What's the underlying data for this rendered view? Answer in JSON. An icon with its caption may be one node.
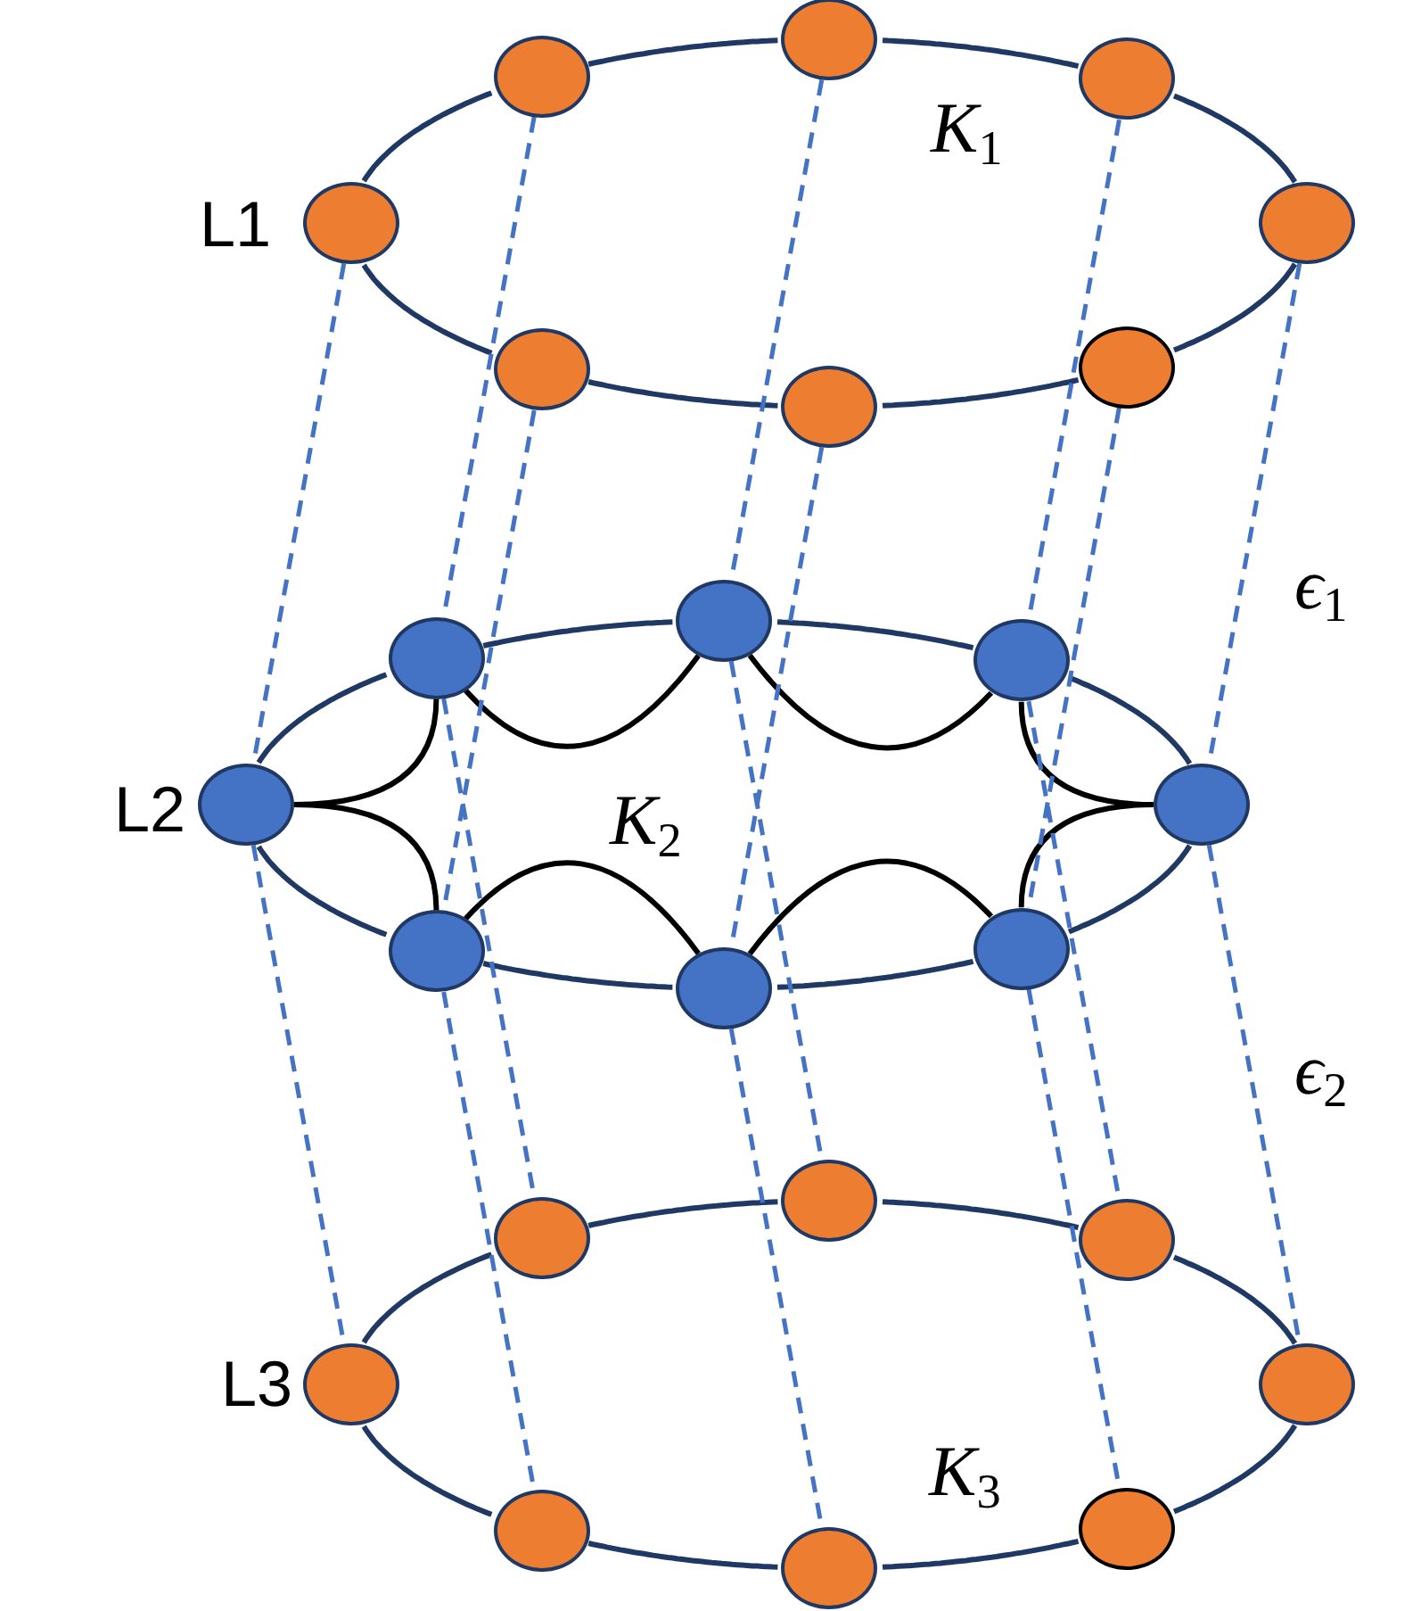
{
  "diagram": {
    "nodes": [
      {
        "text": [],
        "shape": "circle"
      },
      {
        "text": [],
        "shape": "circle"
      },
      {
        "text": [],
        "shape": "circle"
      },
      {
        "text": [],
        "shape": "circle"
      },
      {
        "text": [],
        "shape": "circle"
      },
      {
        "text": [],
        "shape": "circle"
      },
      {
        "text": [],
        "shape": "circle"
      },
      {
        "text": [],
        "shape": "circle"
      },
      {
        "text": [],
        "shape": "circle"
      },
      {
        "text": [],
        "shape": "circle"
      },
      {
        "text": [],
        "shape": "circle"
      },
      {
        "text": [],
        "shape": "circle"
      },
      {
        "text": [],
        "shape": "circle"
      },
      {
        "text": [],
        "shape": "circle"
      },
      {
        "text": [],
        "shape": "circle"
      },
      {
        "text": [],
        "shape": "circle"
      },
      {
        "text": [],
        "shape": "circle"
      },
      {
        "text": [],
        "shape": "circle"
      },
      {
        "text": [],
        "shape": "circle"
      },
      {
        "text": [],
        "shape": "circle"
      },
      {
        "text": [],
        "shape": "circle"
      },
      {
        "text": [],
        "shape": "circle"
      },
      {
        "text": [],
        "shape": "circle"
      },
      {
        "text": [],
        "shape": "circle"
      }
    ],
    "edges": [
      {
        "from": 3,
        "to": 1,
        "arrow": "none"
      },
      {
        "from": 1,
        "to": 0,
        "arrow": "none"
      },
      {
        "from": 0,
        "to": 2,
        "arrow": "none"
      },
      {
        "from": 2,
        "to": 4,
        "arrow": "none"
      },
      {
        "from": 4,
        "to": 6,
        "arrow": "none"
      },
      {
        "from": 6,
        "to": 7,
        "arrow": "none"
      },
      {
        "from": 7,
        "to": 5,
        "arrow": "none"
      },
      {
        "from": 5,
        "to": 3,
        "arrow": "none"
      },
      {
        "from": 11,
        "to": 9,
        "arrow": "none"
      },
      {
        "from": 9,
        "to": 8,
        "arrow": "none"
      },
      {
        "from": 8,
        "to": 10,
        "arrow": "none"
      },
      {
        "from": 10,
        "to": 12,
        "arrow": "none"
      },
      {
        "from": 12,
        "to": 14,
        "arrow": "none"
      },
      {
        "from": 14,
        "to": 15,
        "arrow": "none"
      },
      {
        "from": 15,
        "to": 13,
        "arrow": "none"
      },
      {
        "from": 13,
        "to": 11,
        "arrow": "none"
      },
      {
        "from": 19,
        "to": 17,
        "arrow": "none"
      },
      {
        "from": 17,
        "to": 16,
        "arrow": "none"
      },
      {
        "from": 16,
        "to": 18,
        "arrow": "none"
      },
      {
        "from": 18,
        "to": 20,
        "arrow": "none"
      },
      {
        "from": 20,
        "to": 22,
        "arrow": "none"
      },
      {
        "from": 22,
        "to": 23,
        "arrow": "none"
      },
      {
        "from": 23,
        "to": 21,
        "arrow": "none"
      },
      {
        "from": 21,
        "to": 19,
        "arrow": "none"
      },
      {
        "from": 11,
        "to": 9,
        "arrow": "none",
        "color": "#000000"
      },
      {
        "from": 9,
        "to": 8,
        "arrow": "none",
        "color": "#000000"
      },
      {
        "from": 8,
        "to": 10,
        "arrow": "none",
        "color": "#000000"
      },
      {
        "from": 10,
        "to": 12,
        "arrow": "none",
        "color": "#000000"
      },
      {
        "from": 12,
        "to": 14,
        "arrow": "none",
        "color": "#000000"
      },
      {
        "from": 14,
        "to": 15,
        "arrow": "none",
        "color": "#000000"
      },
      {
        "from": 15,
        "to": 13,
        "arrow": "none",
        "color": "#000000"
      },
      {
        "from": 13,
        "to": 11,
        "arrow": "none",
        "color": "#000000"
      },
      {
        "from": 0,
        "to": 8,
        "arrow": "none",
        "style": "dashed",
        "color": "#4472c4"
      },
      {
        "from": 1,
        "to": 9,
        "arrow": "none",
        "style": "dashed",
        "color": "#4472c4"
      },
      {
        "from": 2,
        "to": 10,
        "arrow": "none",
        "style": "dashed",
        "color": "#4472c4"
      },
      {
        "from": 3,
        "to": 11,
        "arrow": "none",
        "style": "dashed",
        "color": "#4472c4"
      },
      {
        "from": 4,
        "to": 12,
        "arrow": "none",
        "style": "dashed",
        "color": "#4472c4"
      },
      {
        "from": 5,
        "to": 13,
        "arrow": "none",
        "style": "dashed",
        "color": "#4472c4"
      },
      {
        "from": 6,
        "to": 14,
        "arrow": "none",
        "style": "dashed",
        "color": "#4472c4"
      },
      {
        "from": 7,
        "to": 15,
        "arrow": "none",
        "style": "dashed",
        "color": "#4472c4"
      },
      {
        "from": 8,
        "to": 16,
        "arrow": "none",
        "style": "dashed",
        "color": "#4472c4"
      },
      {
        "from": 9,
        "to": 17,
        "arrow": "none",
        "style": "dashed",
        "color": "#4472c4"
      },
      {
        "from": 10,
        "to": 18,
        "arrow": "none",
        "style": "dashed",
        "color": "#4472c4"
      },
      {
        "from": 11,
        "to": 19,
        "arrow": "none",
        "style": "dashed",
        "color": "#4472c4"
      },
      {
        "from": 12,
        "to": 20,
        "arrow": "none",
        "style": "dashed",
        "color": "#4472c4"
      },
      {
        "from": 13,
        "to": 21,
        "arrow": "none",
        "style": "dashed",
        "color": "#4472c4"
      },
      {
        "from": 14,
        "to": 22,
        "arrow": "none",
        "style": "dashed",
        "color": "#4472c4"
      },
      {
        "from": 15,
        "to": 23,
        "arrow": "none",
        "style": "dashed",
        "color": "#4472c4"
      }
    ],
    "labels": [
      "*K*$_{1}$",
      "L1",
      "*ϵ*$_{1}$",
      "L2",
      "*K*$_{2}$",
      "*ϵ*$_{2}$",
      "L3",
      "*K*$_{3}$"
    ]
  }
}
